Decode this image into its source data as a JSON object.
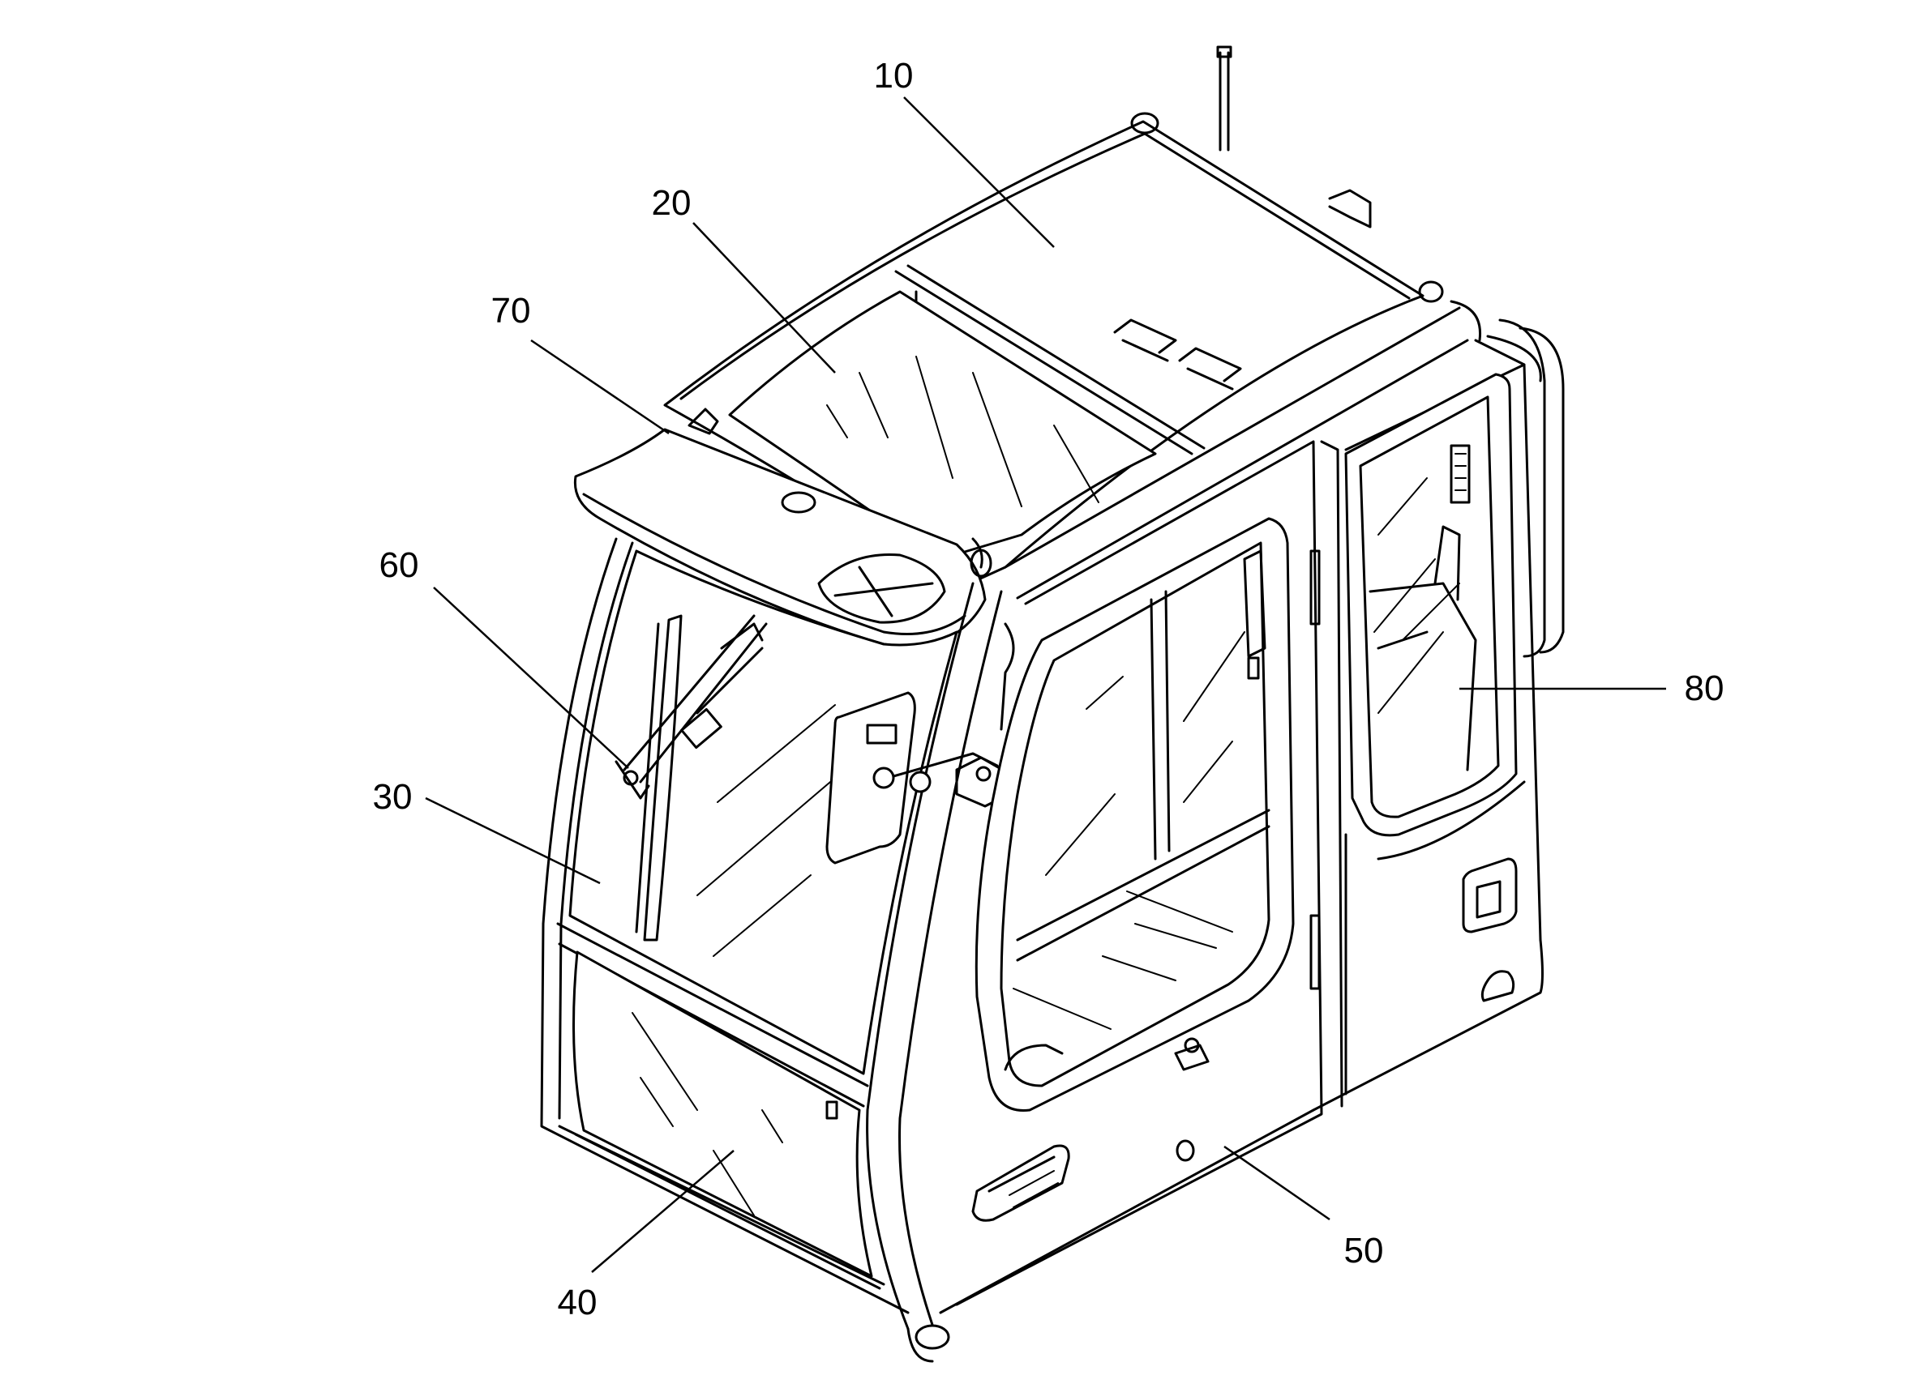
{
  "callouts": [
    {
      "id": "roof",
      "label": "10"
    },
    {
      "id": "roof-window",
      "label": "20"
    },
    {
      "id": "front-upper-window",
      "label": "30"
    },
    {
      "id": "front-lower-window",
      "label": "40"
    },
    {
      "id": "door",
      "label": "50"
    },
    {
      "id": "wiper",
      "label": "60"
    },
    {
      "id": "sun-visor",
      "label": "70"
    },
    {
      "id": "rear-side-window",
      "label": "80"
    }
  ],
  "colors": {
    "line": "#000000",
    "background": "#ffffff"
  }
}
